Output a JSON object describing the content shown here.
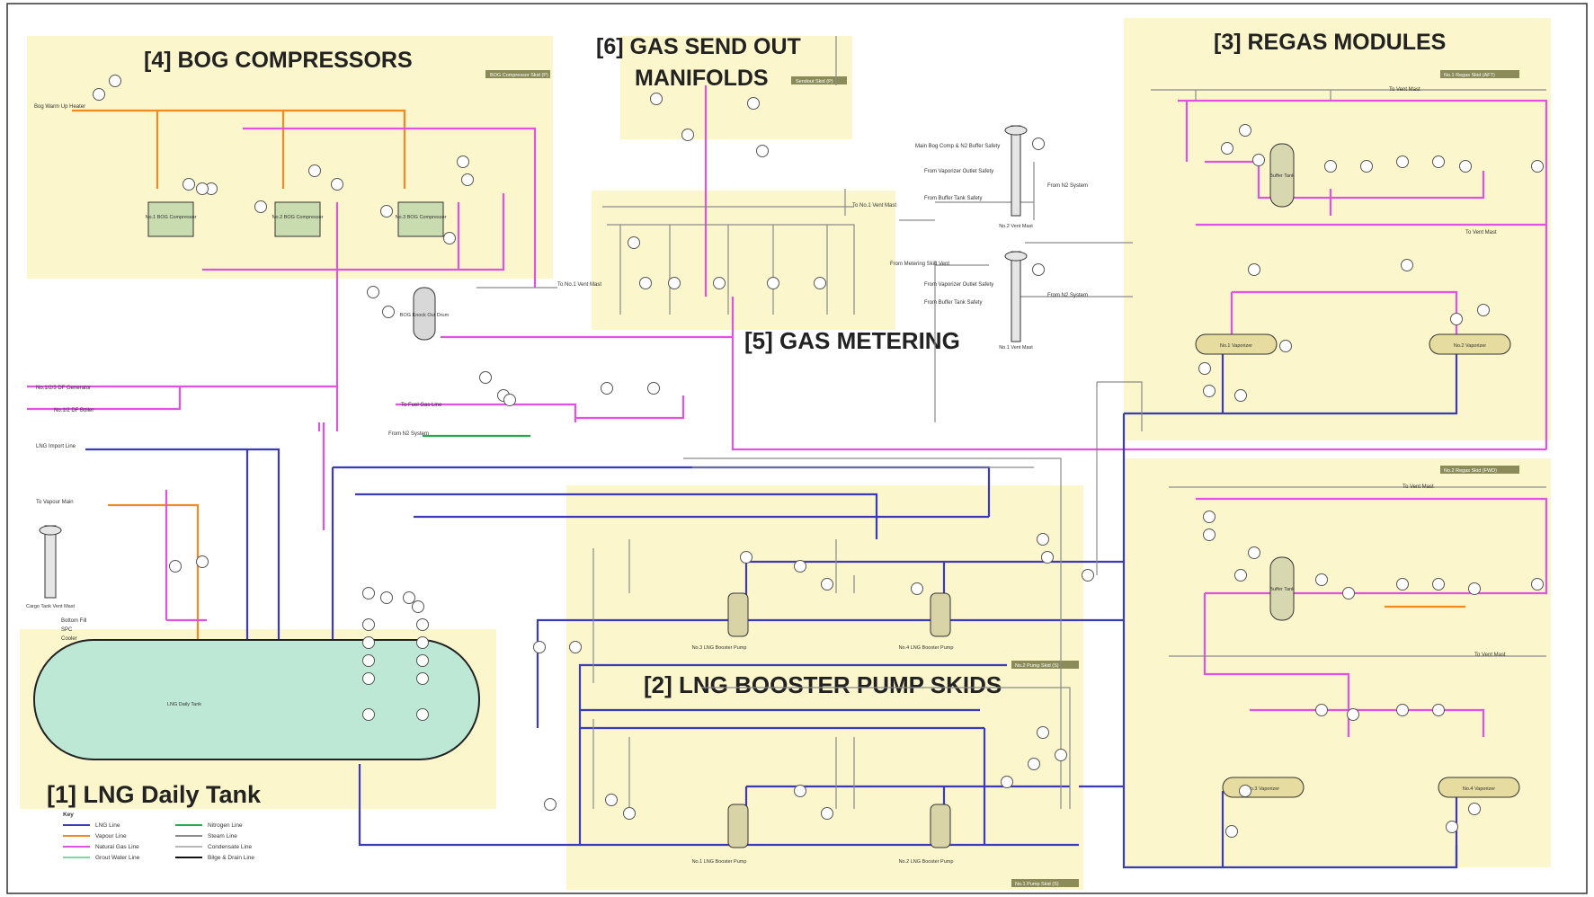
{
  "colors": {
    "lng": "#3b3bb8",
    "vapour": "#f08a24",
    "natural_gas": "#e052e0",
    "nitrogen": "#2aa84a",
    "grey": "#8a8a8a",
    "zone": "#fbf6cc",
    "tank": "#bde8d6",
    "compressor": "#c8dcb0",
    "outline": "#111111"
  },
  "zones": {
    "bog": "[4] BOG COMPRESSORS",
    "send_out_line1": "[6] GAS SEND OUT",
    "send_out_line2": "MANIFOLDS",
    "regas": "[3] REGAS MODULES",
    "metering": "[5] GAS METERING",
    "pumps": "[2] LNG BOOSTER PUMP SKIDS",
    "tank": "[1] LNG Daily Tank"
  },
  "equipment": {
    "compressor_1": "No.1 BOG Compressor",
    "compressor_2": "No.2 BOG Compressor",
    "compressor_3": "No.3 BOG Compressor",
    "daily_tank": "LNG Daily Tank",
    "pump_3": "No.3 LNG Booster Pump",
    "pump_4": "No.4 LNG Booster Pump",
    "pump_1": "No.1 LNG Booster Pump",
    "pump_2": "No.2 LNG Booster Pump",
    "vaporizer_1": "No.1 Vaporizer",
    "vaporizer_2": "No.2 Vaporizer",
    "vaporizer_3": "No.3 Vaporizer",
    "vaporizer_4": "No.4 Vaporizer",
    "vent_mast_2": "No.2 Vent Mast",
    "vent_mast_1": "No.1 Vent Mast",
    "buffer_tank": "Buffer Tank",
    "kod_drum": "BOG Knock Out Drum",
    "cargo_vent": "Cargo Tank Vent Mast"
  },
  "lines": {
    "bog_warm_up": "Bog Warm Up Heater",
    "df_generator": "No.1/2/3 DF Generator",
    "df_boiler": "No.1/2 DF Boiler",
    "lng_import": "LNG Import Line",
    "to_vapour_main": "To Vapour Main",
    "to_fuel_gas": "To Fuel Gas Line",
    "from_n2": "From N2 System",
    "to_vent_mast": "To Vent Mast",
    "to_no1_vent": "To No.1 Vent Mast",
    "from_metering": "From Metering Skid Vent",
    "from_vaporizer": "From Vaporizer Outlet Safety",
    "from_buffer": "From Buffer Tank Safety",
    "main_bog": "Main Bog Comp & N2 Buffer Safety",
    "from_n2_sys": "From N2 System"
  },
  "panels": {
    "bog_comp": "BOG Compressor Skid (P)",
    "send_out": "Sendout Skid (P)",
    "regas_1": "No.1 Regas Skid (AFT)",
    "regas_2": "No.2 Regas Skid (FWD)",
    "pump_skid_1": "No.2 Pump Skid (S)",
    "pump_skid_2": "No.1 Pump Skid (S)"
  },
  "legend": {
    "title": "Key",
    "items": [
      {
        "label": "LNG Line",
        "color": "#3b3bb8"
      },
      {
        "label": "Vapour Line",
        "color": "#f08a24"
      },
      {
        "label": "Natural Gas Line",
        "color": "#e052e0"
      },
      {
        "label": "Grout Water Line",
        "color": "#7fd6a6"
      },
      {
        "label": "Nitrogen Line",
        "color": "#2aa84a"
      },
      {
        "label": "Steam Line",
        "color": "#8a8a8a"
      },
      {
        "label": "Condensate Line",
        "color": "#b8b8b8"
      },
      {
        "label": "Bilge & Drain Line",
        "color": "#111111"
      }
    ]
  },
  "cargo_tags": {
    "bottom_fill": "Bottom Fill",
    "spray": "SPC",
    "cooler": "Cooler"
  }
}
